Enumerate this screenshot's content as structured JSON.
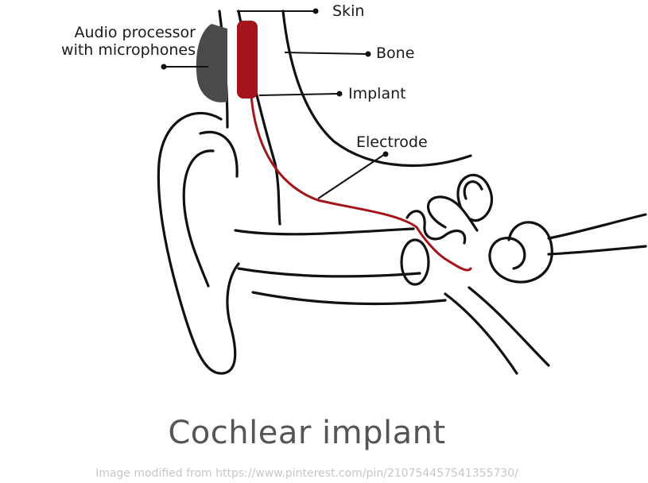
{
  "labels": {
    "skin": "Skin",
    "bone": "Bone",
    "implant": "Implant",
    "electrode": "Electrode",
    "processor_line1": "Audio processor",
    "processor_line2": "with microphones"
  },
  "title": "Cochlear implant",
  "credit": "Image modified from https://www.pinterest.com/pin/210754457541355730/",
  "colors": {
    "outline": "#111111",
    "implant": "#a3151b",
    "processor": "#4a4a4a",
    "title": "#555555",
    "credit": "#c7c7c7"
  }
}
